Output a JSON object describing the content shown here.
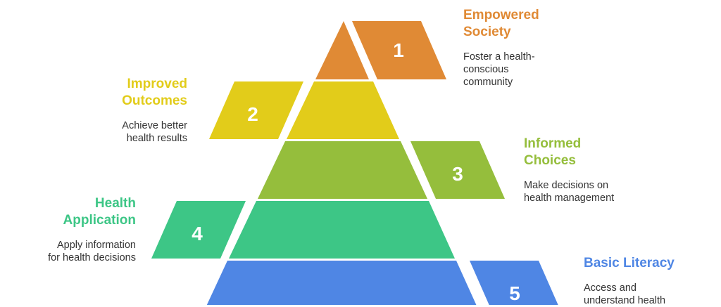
{
  "levels": [
    {
      "number": "1",
      "title_lines": [
        "Empowered",
        "Society"
      ],
      "desc_lines": [
        "Foster a health-",
        "conscious",
        "community"
      ],
      "color": "#E08A35"
    },
    {
      "number": "2",
      "title_lines": [
        "Improved",
        "Outcomes"
      ],
      "desc_lines": [
        "Achieve better",
        "health results"
      ],
      "color": "#E2CC1A"
    },
    {
      "number": "3",
      "title_lines": [
        "Informed",
        "Choices"
      ],
      "desc_lines": [
        "Make decisions on",
        "health management"
      ],
      "color": "#95BE3C"
    },
    {
      "number": "4",
      "title_lines": [
        "Health",
        "Application"
      ],
      "desc_lines": [
        "Apply information",
        "for health decisions"
      ],
      "color": "#3DC686"
    },
    {
      "number": "5",
      "title_lines": [
        "Basic Literacy"
      ],
      "desc_lines": [
        "Access and",
        "understand health"
      ],
      "color": "#4F86E4"
    }
  ]
}
